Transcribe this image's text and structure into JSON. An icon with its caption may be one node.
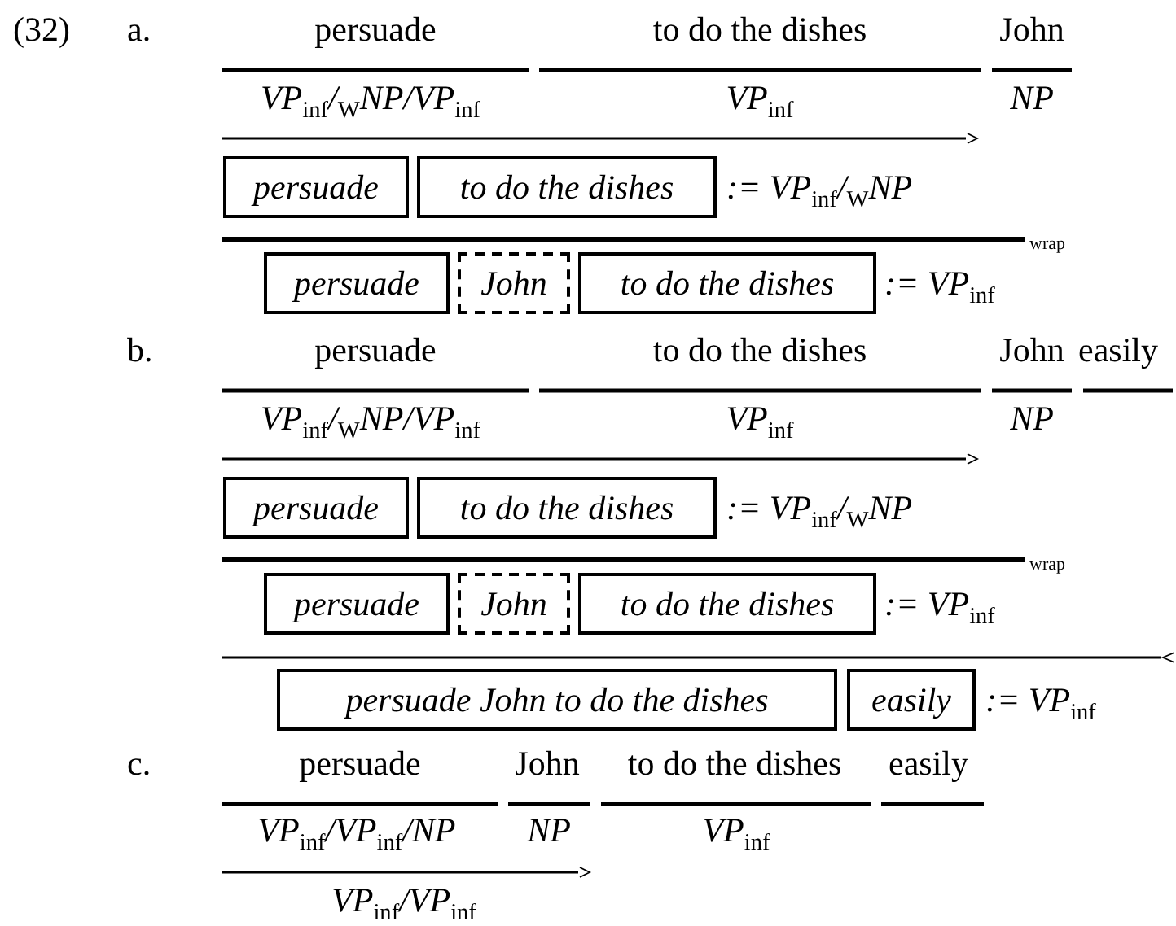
{
  "diagram": {
    "nodes": [
      {
        "text": [
          "persuade"
        ]
      },
      {
        "text": [
          "to do the dishes"
        ]
      },
      {
        "text": [
          "persuade"
        ]
      },
      {
        "text": [
          "John"
        ]
      },
      {
        "text": [
          "to do the dishes"
        ]
      },
      {
        "text": [
          "persuade"
        ]
      },
      {
        "text": [
          "to do the dishes"
        ]
      },
      {
        "text": [
          "persuade"
        ]
      },
      {
        "text": [
          "John"
        ]
      },
      {
        "text": [
          "to do the dishes"
        ]
      },
      {
        "text": [
          "persuade John to do the dishes"
        ]
      },
      {
        "text": [
          "easily"
        ]
      }
    ],
    "labels": [
      "(32)",
      "a.",
      "persuade",
      "to do the dishes",
      "John",
      "VP$_{inf}$/$_{W}$NP/VP$_{inf}$",
      "VP$_{inf}$",
      "NP",
      ":= VP$_{inf}$/$_{W}$NP",
      "wrap",
      ":= VP$_{inf}$",
      "b.",
      "persuade",
      "to do the dishes",
      "John",
      "easily",
      "VP$_{inf}$/$_{W}$NP/VP$_{inf}$",
      "VP$_{inf}$",
      "NP",
      ":= VP$_{inf}$/$_{W}$NP",
      "wrap",
      ":= VP$_{inf}$",
      ":= VP$_{inf}$",
      "c.",
      "persuade",
      "John",
      "to do the dishes",
      "easily",
      "VP$_{inf}$/VP$_{inf}$/NP",
      "NP",
      "VP$_{inf}$",
      "VP$_{inf}$/VP$_{inf}$"
    ]
  }
}
